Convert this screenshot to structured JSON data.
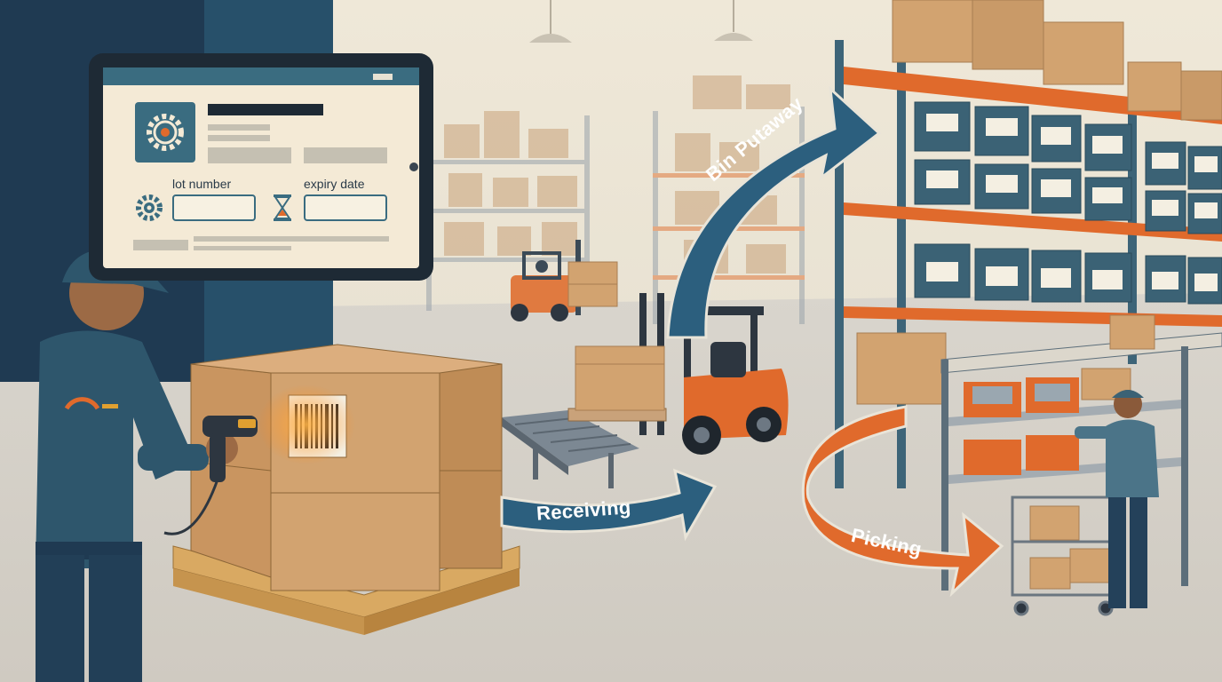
{
  "tablet": {
    "lot_label": "lot number",
    "expiry_label": "expiry date",
    "lot_value": "",
    "expiry_value": "",
    "icons": [
      "gear-icon",
      "hourglass-icon"
    ]
  },
  "flow": {
    "receiving": "Receiving",
    "putaway": "Bin Putaway",
    "picking": "Picking"
  },
  "colors": {
    "navy": "#1f3a52",
    "teal": "#3a6c80",
    "orange": "#e06a2c",
    "cardboard": "#d2a370",
    "floor": "#d8d4cc"
  }
}
